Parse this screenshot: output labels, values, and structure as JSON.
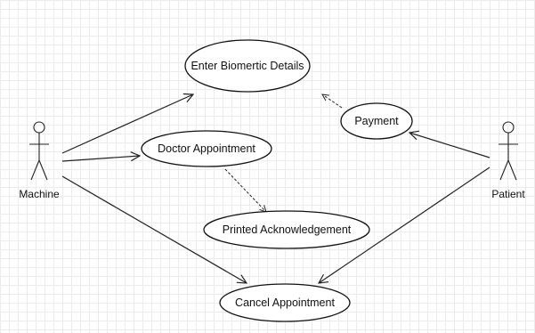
{
  "diagram": {
    "actors": {
      "machine": {
        "label": "Machine"
      },
      "patient": {
        "label": "Patient"
      }
    },
    "use_cases": {
      "biometric": {
        "label": "Enter Biomertic Details"
      },
      "payment": {
        "label": "Payment"
      },
      "doctor": {
        "label": "Doctor Appointment"
      },
      "printed": {
        "label": "Printed Acknowledgement"
      },
      "cancel": {
        "label": "Cancel Appointment"
      }
    },
    "relationships": [
      {
        "from": "machine",
        "to": "biometric",
        "kind": "association"
      },
      {
        "from": "machine",
        "to": "doctor",
        "kind": "association"
      },
      {
        "from": "machine",
        "to": "cancel",
        "kind": "association"
      },
      {
        "from": "patient",
        "to": "payment",
        "kind": "association"
      },
      {
        "from": "patient",
        "to": "cancel",
        "kind": "association"
      },
      {
        "from": "payment",
        "to": "biometric",
        "kind": "dependency"
      },
      {
        "from": "doctor",
        "to": "printed",
        "kind": "dependency"
      }
    ],
    "colors": {
      "grid": "#ececec",
      "stroke": "#111111",
      "background": "#ffffff"
    }
  }
}
